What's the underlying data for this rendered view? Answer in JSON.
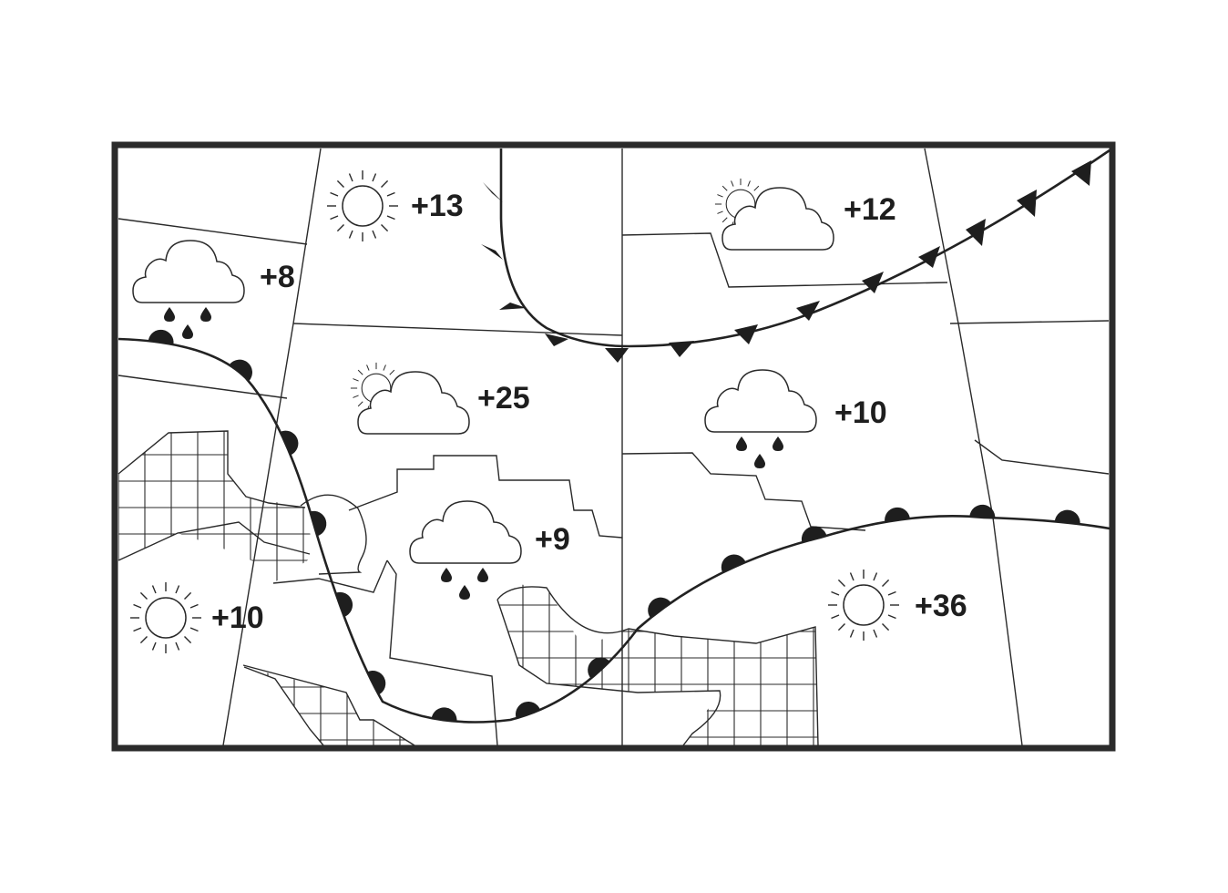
{
  "map": {
    "colors": {
      "ink": "#1e1e1e",
      "background": "#ffffff"
    },
    "locations": [
      {
        "id": "top-center",
        "icon": "sun-icon",
        "temperature": "+13"
      },
      {
        "id": "top-left",
        "icon": "rain-cloud-icon",
        "temperature": "+8"
      },
      {
        "id": "top-right",
        "icon": "partly-cloudy-icon",
        "temperature": "+12"
      },
      {
        "id": "center",
        "icon": "partly-cloudy-icon",
        "temperature": "+25"
      },
      {
        "id": "center-right",
        "icon": "rain-cloud-icon",
        "temperature": "+10"
      },
      {
        "id": "center-south",
        "icon": "rain-cloud-icon",
        "temperature": "+9"
      },
      {
        "id": "bottom-left",
        "icon": "sun-icon",
        "temperature": "+10"
      },
      {
        "id": "bottom-right",
        "icon": "sun-icon",
        "temperature": "+36"
      }
    ],
    "fronts": [
      {
        "id": "cold-front",
        "type": "cold",
        "symbol": "triangle-marker"
      },
      {
        "id": "warm-front",
        "type": "warm",
        "symbol": "semicircle-marker"
      }
    ]
  }
}
